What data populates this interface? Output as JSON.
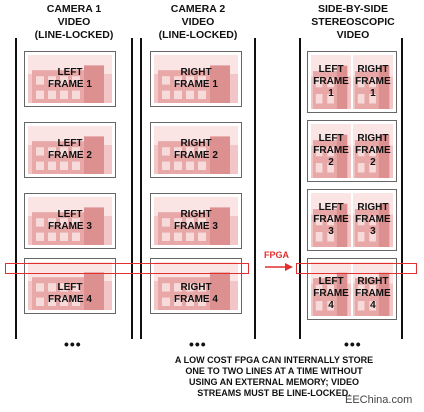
{
  "columns": [
    {
      "title": [
        "CAMERA 1",
        "VIDEO",
        "(LINE-LOCKED)"
      ],
      "frames": [
        [
          "LEFT",
          "FRAME 1"
        ],
        [
          "LEFT",
          "FRAME 2"
        ],
        [
          "LEFT",
          "FRAME 3"
        ],
        [
          "LEFT",
          "FRAME 4"
        ]
      ]
    },
    {
      "title": [
        "CAMERA 2",
        "VIDEO",
        "(LINE-LOCKED)"
      ],
      "frames": [
        [
          "RIGHT",
          "FRAME 1"
        ],
        [
          "RIGHT",
          "FRAME 2"
        ],
        [
          "RIGHT",
          "FRAME 3"
        ],
        [
          "RIGHT",
          "FRAME 4"
        ]
      ]
    },
    {
      "title": [
        "SIDE-BY-SIDE",
        "STEREOSCOPIC",
        "VIDEO"
      ],
      "frames": [
        [
          [
            "LEFT",
            "FRAME",
            "1"
          ],
          [
            "RIGHT",
            "FRAME",
            "1"
          ]
        ],
        [
          [
            "LEFT",
            "FRAME",
            "2"
          ],
          [
            "RIGHT",
            "FRAME",
            "2"
          ]
        ],
        [
          [
            "LEFT",
            "FRAME",
            "3"
          ],
          [
            "RIGHT",
            "FRAME",
            "3"
          ]
        ],
        [
          [
            "LEFT",
            "FRAME",
            "4"
          ],
          [
            "RIGHT",
            "FRAME",
            "4"
          ]
        ]
      ]
    }
  ],
  "continuation": "•••",
  "fpga_label": "FPGA",
  "note": [
    "A LOW COST FPGA CAN INTERNALLY STORE",
    "ONE TO TWO LINES AT A TIME WITHOUT",
    "USING AN EXTERNAL MEMORY; VIDEO",
    "STREAMS MUST  BE LINE-LOCKED."
  ],
  "watermark": "EEChina.com",
  "colors": {
    "highlight": "#e03030",
    "image_tint": "#f2c6c6"
  }
}
